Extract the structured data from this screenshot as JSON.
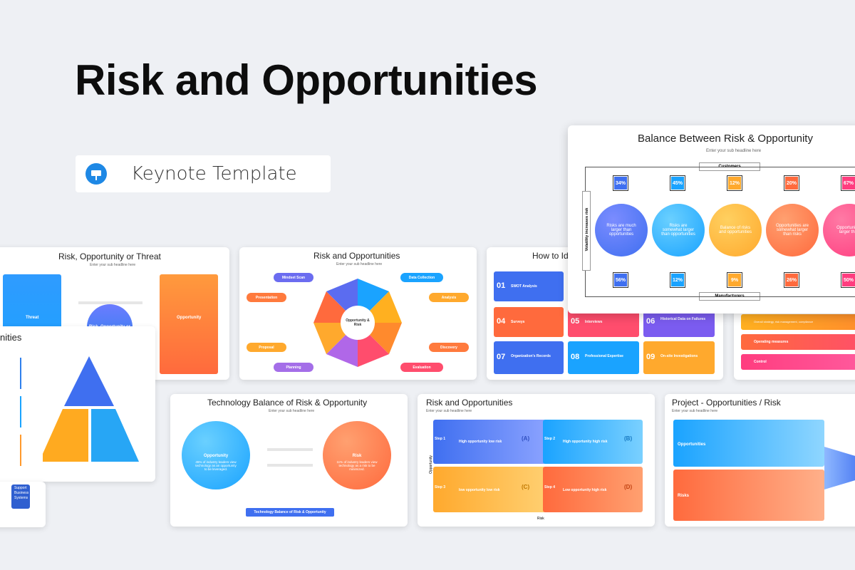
{
  "header": {
    "title": "Risk and Opportunities",
    "badge_label": "Keynote Template",
    "badge_icon": "keynote-icon"
  },
  "slides": {
    "rot": {
      "title": "Risk, Opportunity or Threat",
      "sub": "Enter your sub headline here",
      "left_label": "Threat",
      "center_label": "Risk, Opportunity or",
      "right_label": "Opportunity"
    },
    "tri": {
      "title": "nities"
    },
    "rno": {
      "title": "Risk and Opportunities",
      "sub": "Enter your sub headline here",
      "center": "Opportunity & Risk",
      "left_pills": [
        "Mindset Scan",
        "Presentation",
        "Proposal",
        "Planning"
      ],
      "right_pills": [
        "Data Collection",
        "Analysis",
        "Discovery",
        "Evaluation"
      ]
    },
    "how": {
      "title": "How to Id",
      "items": [
        {
          "num": "01",
          "label": "SWOT Analysis"
        },
        {
          "num": "04",
          "label": "Surveys"
        },
        {
          "num": "05",
          "label": "Interviews"
        },
        {
          "num": "06",
          "label": "Historical Data on Failures"
        },
        {
          "num": "07",
          "label": "Organization's Records"
        },
        {
          "num": "08",
          "label": "Professional Expertise"
        },
        {
          "num": "09",
          "label": "On-site Investigations"
        }
      ]
    },
    "bal": {
      "title": "Balance Between Risk & Opportunity",
      "sub": "Enter your sub headline here",
      "top_label": "Customers",
      "bottom_label": "Manufacturers",
      "axis_label": "Volatility increases risk",
      "top_pcts": [
        "34%",
        "45%",
        "12%",
        "20%",
        "67%"
      ],
      "bottom_pcts": [
        "56%",
        "12%",
        "9%",
        "26%",
        "50%"
      ],
      "circles": [
        "Risks are much larger than opportunities",
        "Risks are somewhat larger than opportunities",
        "Balance of risks and opportunities",
        "Opportunities are somewhat larger than risks",
        "Opportunities larger than"
      ]
    },
    "side": {
      "rows": [
        "Overall strategy, risk management, compliance",
        "Operating measures",
        "Control"
      ]
    },
    "tech": {
      "title": "Technology Balance of Risk & Opportunity",
      "sub": "Enter your sub headline here",
      "left_title": "Opportunity",
      "left_text": "45% of industry leaders view technology as an opportunity to be leveraged.",
      "right_title": "Risk",
      "right_text": "11% of industry leaders view technology as a risk to be minimized.",
      "footer": "Technology Balance of Risk & Opportunity"
    },
    "matrix": {
      "title": "Risk and Opportunities",
      "sub": "Enter your sub headline here",
      "y_axis": "Opportunity",
      "x_axis": "Risk",
      "cells": [
        {
          "step": "Step 1",
          "text": "High opportunity low risk",
          "letter": "(A)"
        },
        {
          "step": "Step 2",
          "text": "High opportunity high risk",
          "letter": "(B)"
        },
        {
          "step": "Step 3",
          "text": "low opportunity low risk",
          "letter": "(C)"
        },
        {
          "step": "Step 4",
          "text": "Low opportunity high risk",
          "letter": "(D)"
        }
      ]
    },
    "proj": {
      "title": "Project - Opportunities / Risk",
      "sub": "Enter your sub headline here",
      "top": "Opportunities",
      "bottom": "Risks"
    },
    "support": {
      "text": "Support Business Systems"
    }
  },
  "colors": {
    "blue": "#2f80ed",
    "orange": "#ff7a3d",
    "yellow": "#ffb020",
    "pink": "#ff3d7f",
    "purple": "#7b5cf0",
    "sky": "#1aa3ff"
  }
}
